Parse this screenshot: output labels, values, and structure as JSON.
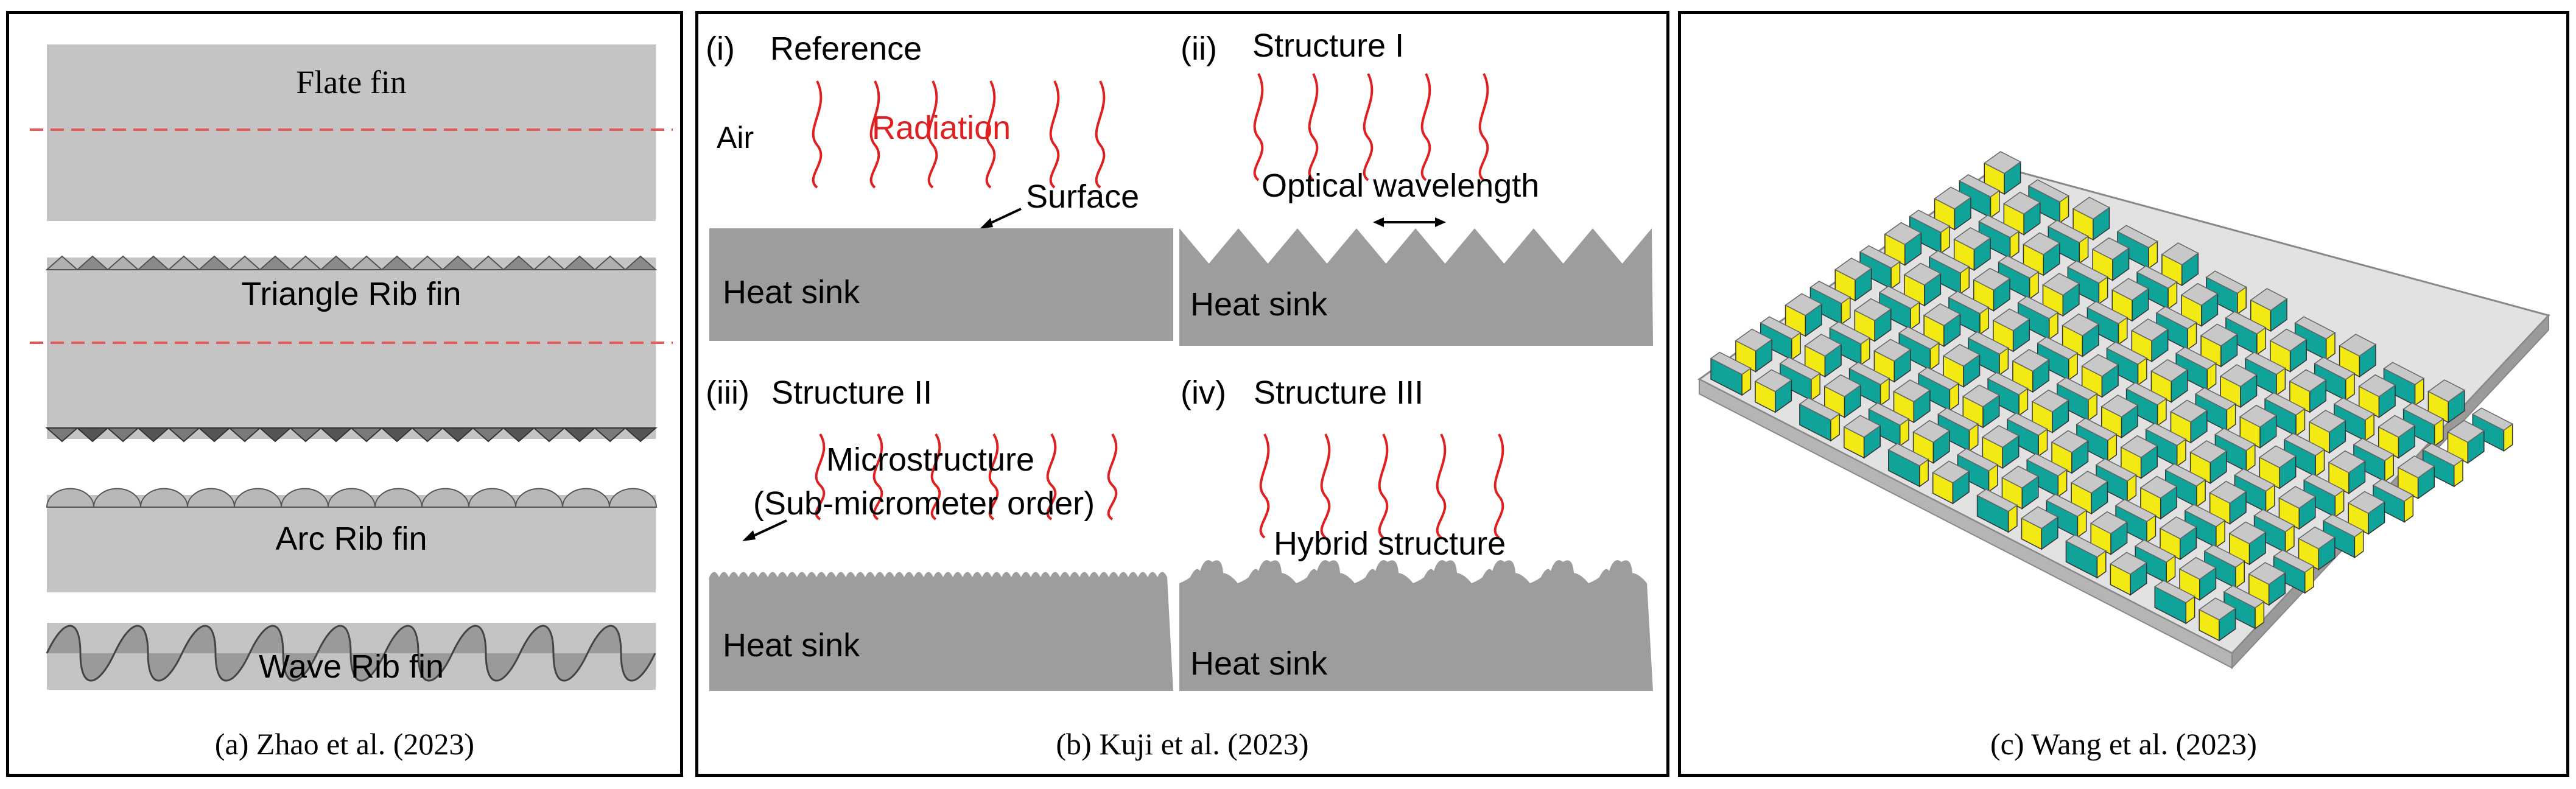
{
  "panel_a": {
    "caption": "(a)  Zhao et al. (2023)",
    "fins": [
      "Flate fin",
      "Triangle Rib fin",
      "Arc Rib fin",
      "Wave Rib fin"
    ]
  },
  "panel_b": {
    "caption": "(b)  Kuji et al. (2023)",
    "sub_i": {
      "num": "(i)",
      "title": "Reference",
      "air": "Air",
      "radiation": "Radiation",
      "surface": "Surface",
      "sink": "Heat sink"
    },
    "sub_ii": {
      "num": "(ii)",
      "title": "Structure I",
      "note": "Optical wavelength",
      "sink": "Heat sink"
    },
    "sub_iii": {
      "num": "(iii)",
      "title": "Structure II",
      "note1": "Microstructure",
      "note2": "(Sub-micrometer order)",
      "sink": "Heat sink"
    },
    "sub_iv": {
      "num": "(iv)",
      "title": "Structure III",
      "note": "Hybrid structure",
      "sink": "Heat sink"
    }
  },
  "panel_c": {
    "caption": "(c)  Wang et al. (2023)",
    "colors": {
      "teal": "#0fa39a",
      "yellow": "#f2ea12",
      "gray": "#c8c8c8"
    }
  }
}
